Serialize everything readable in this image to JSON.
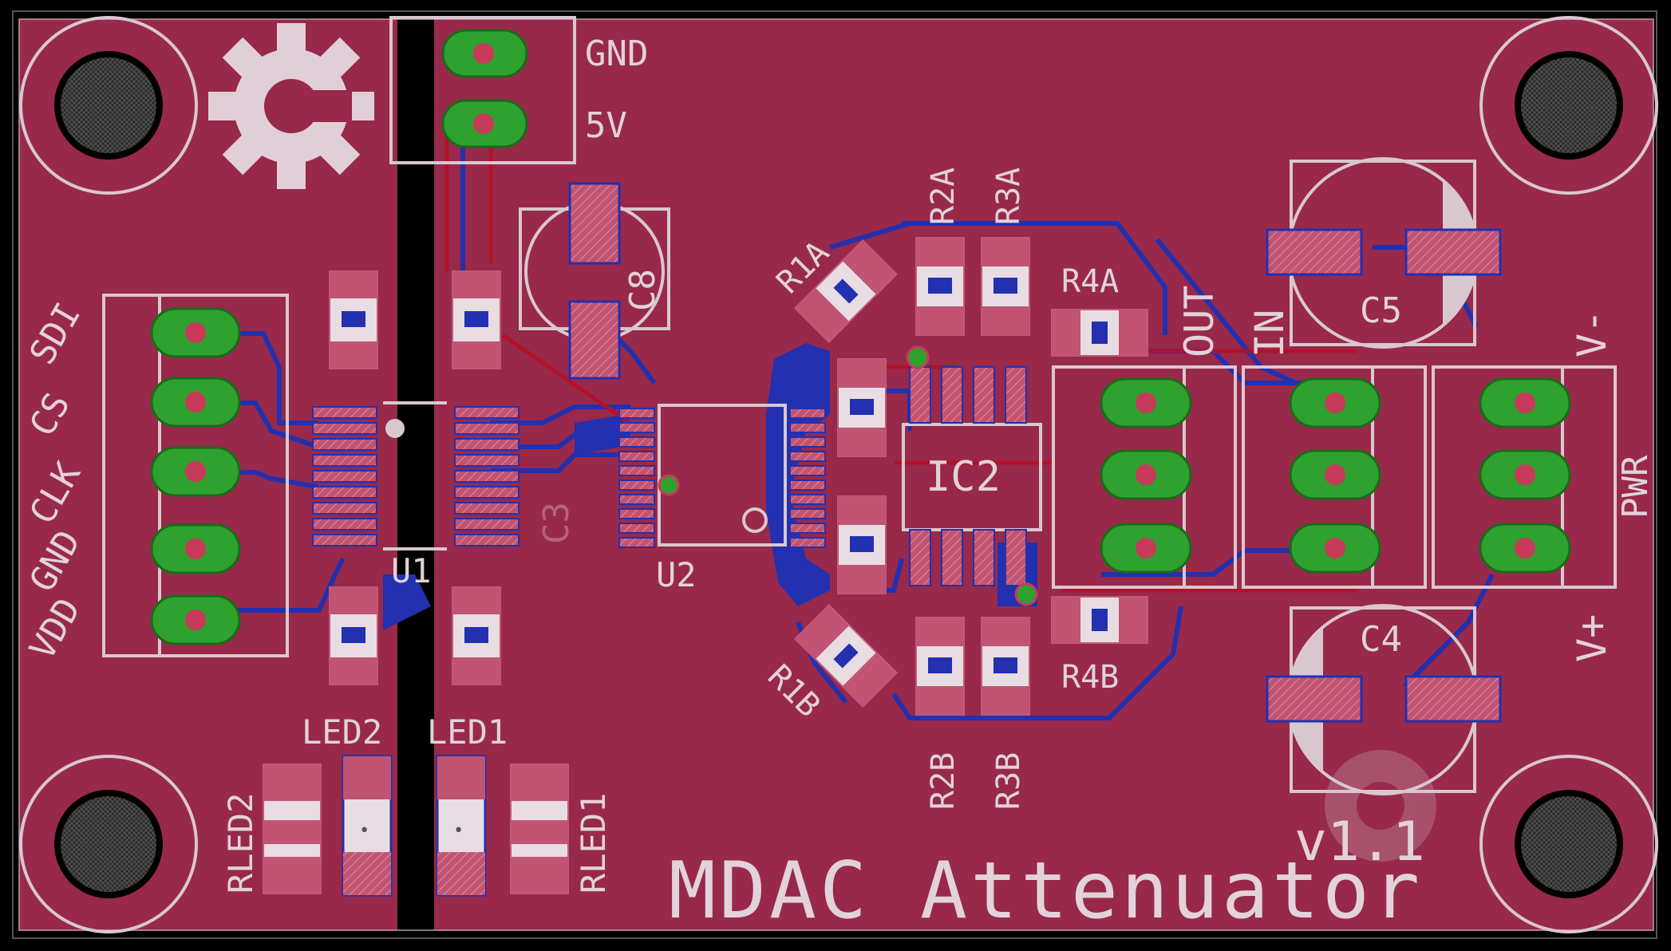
{
  "colors": {
    "background": "#000000",
    "copper": "#98294a",
    "silk": "#d9c7cf",
    "pad_red": "#c85a7a",
    "pad_green": "#2ea12e",
    "trace_blue": "#1f2ea0",
    "trace_red": "#b3112a",
    "hole": "#222222"
  },
  "labels": {
    "gnd": "GND",
    "v5": "5V",
    "sdi": "SDI",
    "cs": "CS",
    "clk": "CLK",
    "gnd2": "GND",
    "vdd": "VDD",
    "u1": "U1",
    "u2": "U2",
    "c8": "C8",
    "c3": "C3",
    "r1a": "R1A",
    "r1b": "R1B",
    "r2a": "R2A",
    "r3a": "R3A",
    "r2b": "R2B",
    "r3b": "R3B",
    "r4a": "R4A",
    "r4b": "R4B",
    "ic2": "IC2",
    "out": "OUT",
    "in": "IN",
    "v_minus": "V-",
    "v_plus": "V+",
    "pwr": "PWR",
    "c5": "C5",
    "c4": "C4",
    "led2": "LED2",
    "led1": "LED1",
    "rled2": "RLED2",
    "rled1": "RLED1",
    "version": "v1.1",
    "title": "MDAC Attenuator"
  },
  "icons": [
    "gear-icon",
    "mounting-hole-icon"
  ]
}
